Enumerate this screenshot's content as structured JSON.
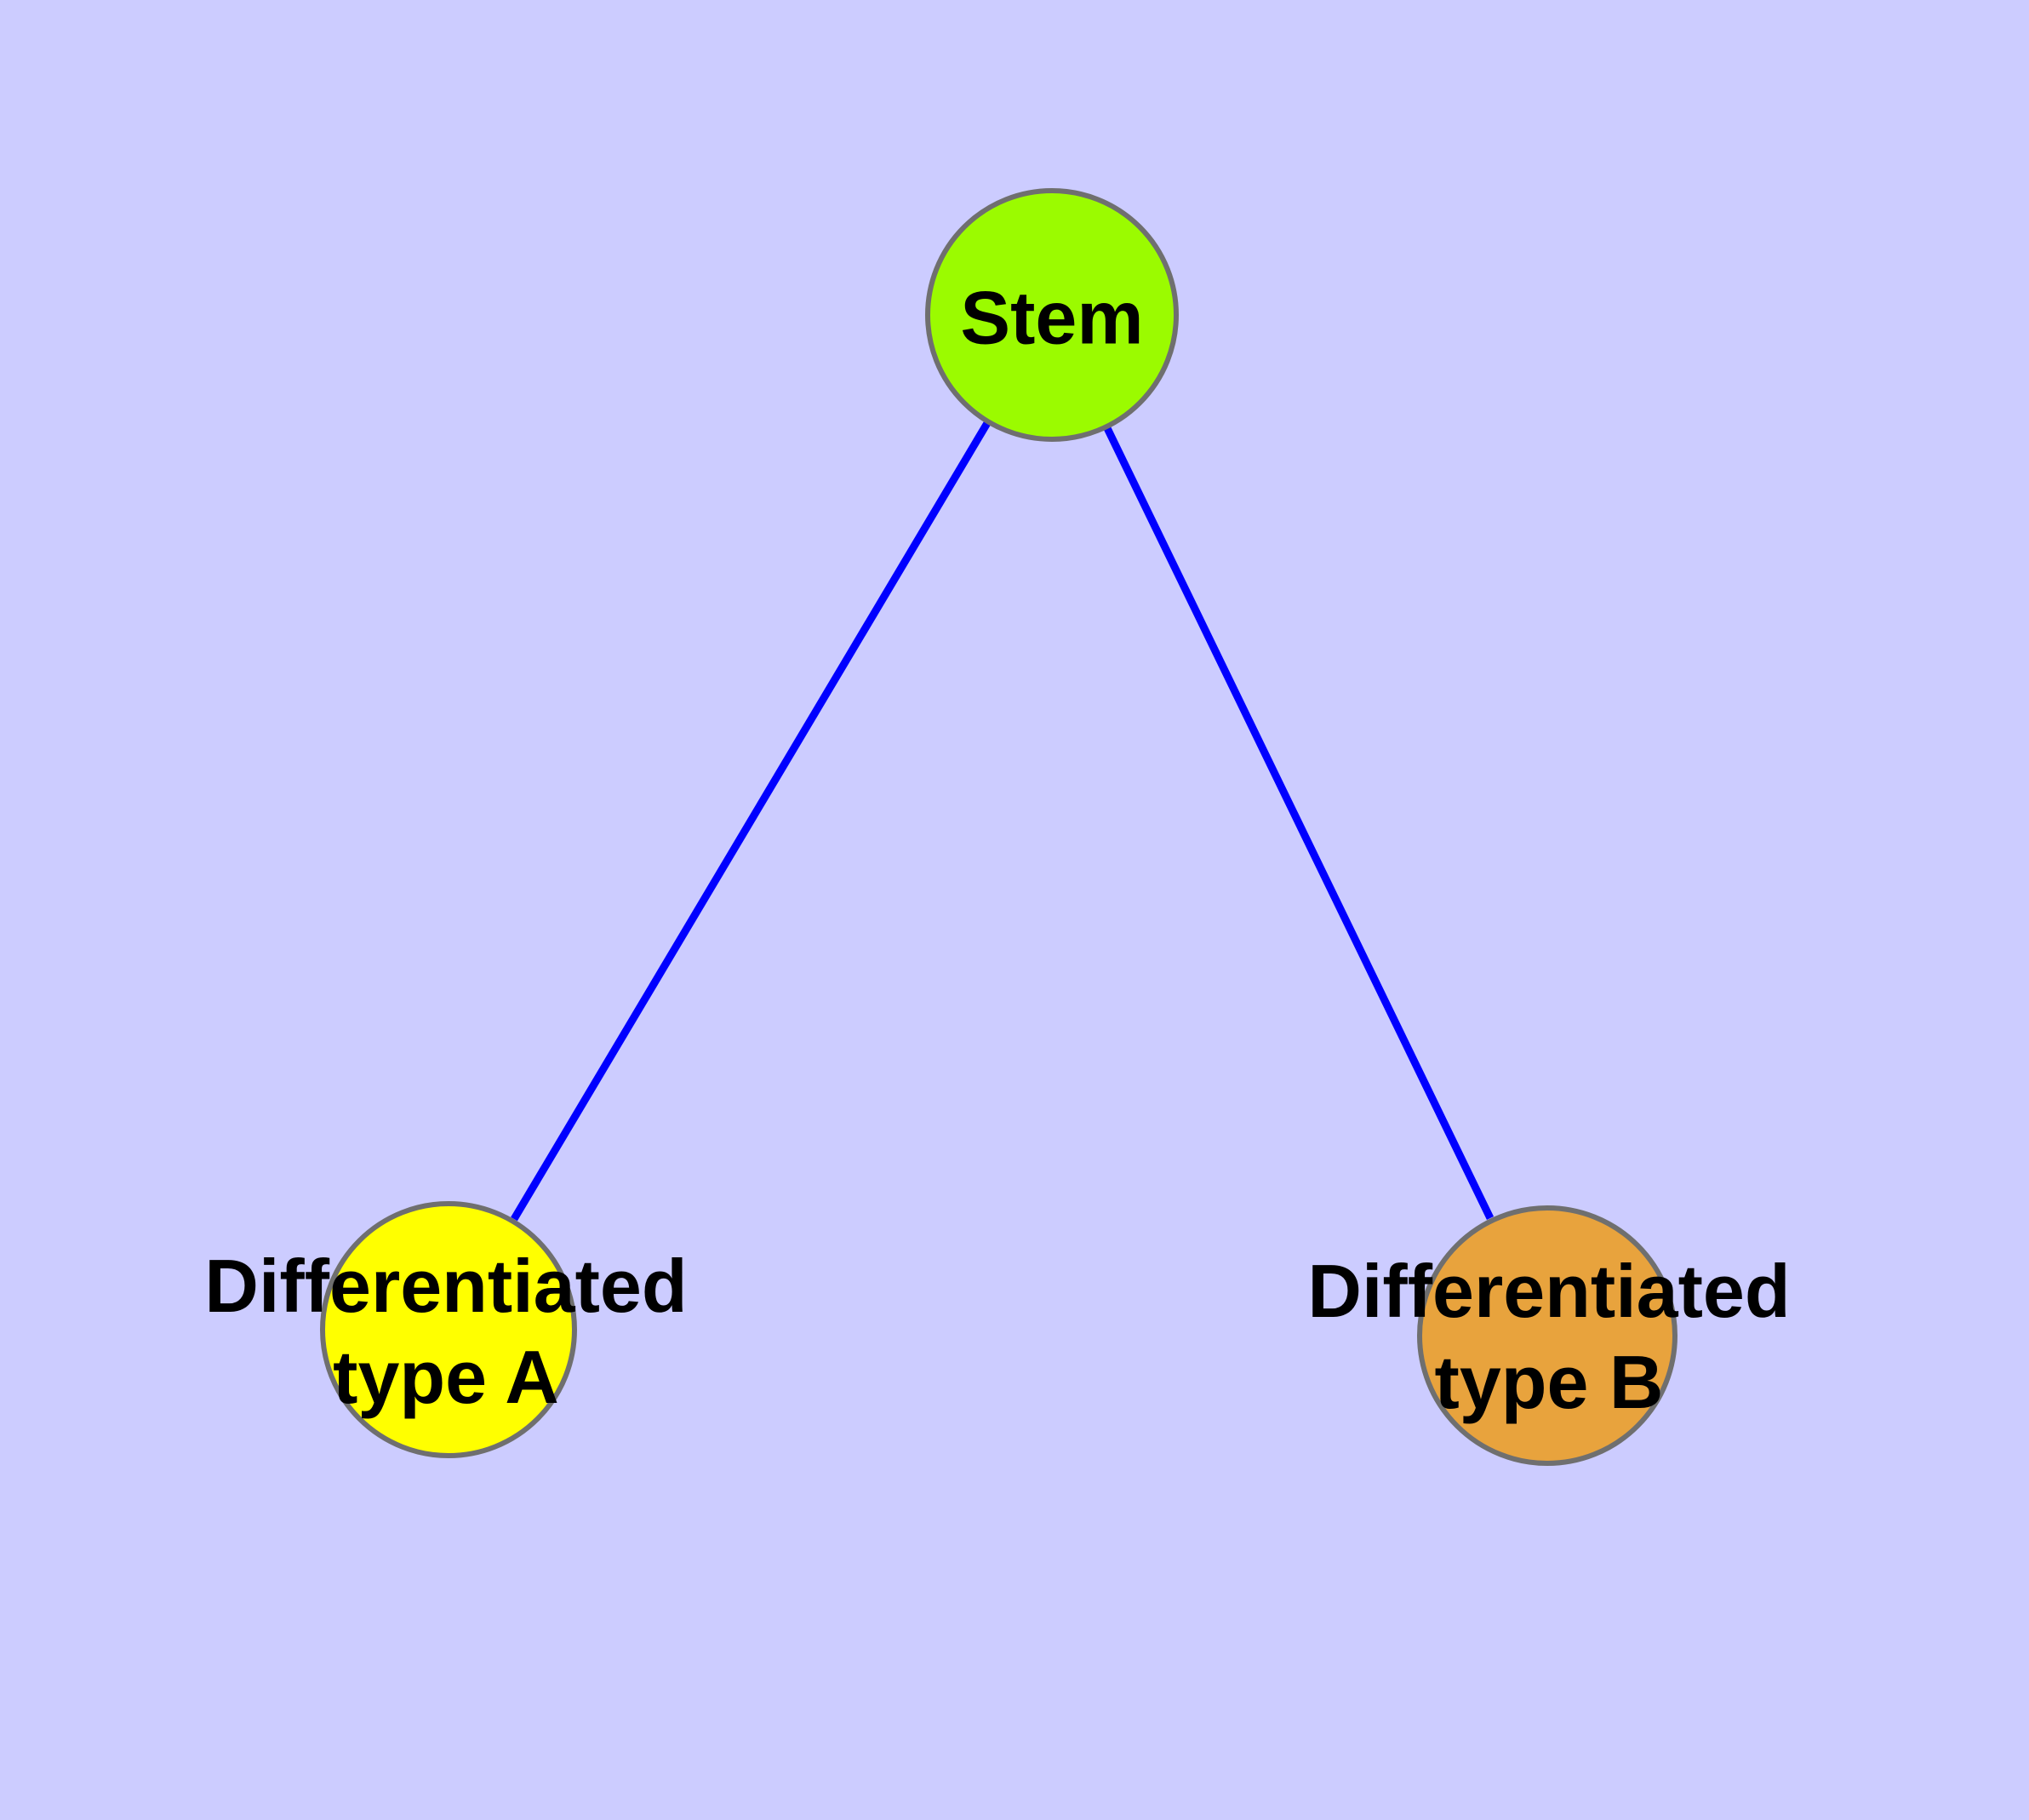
{
  "diagram": {
    "type": "graph",
    "background_color": "#CCCCFF",
    "edge_color": "#0000FF",
    "node_border_color": "#6F6F6F",
    "text_color": "#000000",
    "nodes": [
      {
        "id": "stem",
        "label": "Stem",
        "shape": "circle",
        "fill_color": "#9BFB00"
      },
      {
        "id": "differentiated-type-a",
        "label": "Differentiated type A",
        "label_line1": "Differentiated",
        "label_line2": "type A",
        "shape": "circle",
        "fill_color": "#FFFF00"
      },
      {
        "id": "differentiated-type-b",
        "label": "Differentiated type B",
        "label_line1": "Differentiated",
        "label_line2": "type B",
        "shape": "circle",
        "fill_color": "#E8A33D"
      }
    ],
    "edges": [
      {
        "from": "Stem",
        "to": "Differentiated type A",
        "color": "#0000FF"
      },
      {
        "from": "Stem",
        "to": "Differentiated type B",
        "color": "#0000FF"
      }
    ]
  }
}
